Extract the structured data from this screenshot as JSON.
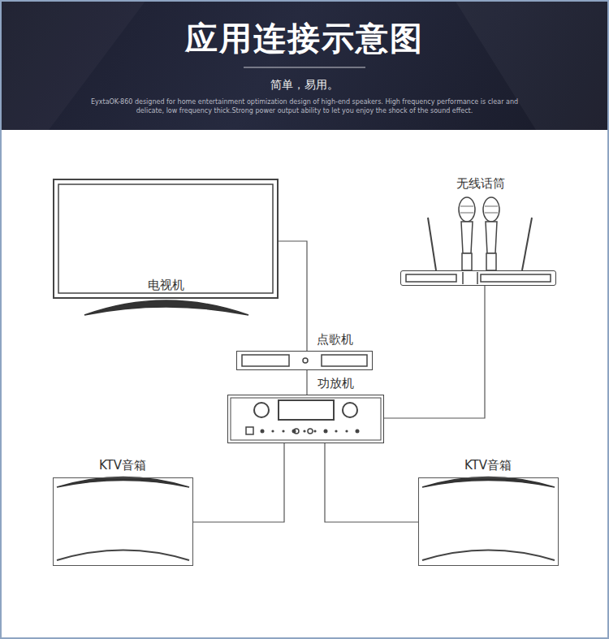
{
  "diagram": {
    "title": "应用连接示意图",
    "nodes": [
      {
        "text": [
          "电视机"
        ]
      },
      {
        "text": [
          "无线话筒"
        ]
      },
      {
        "text": [
          "点歌机"
        ]
      },
      {
        "text": [
          "功放机"
        ]
      },
      {
        "text": [
          "KTV音箱"
        ]
      },
      {
        "text": [
          "KTV音箱"
        ]
      }
    ],
    "edges": [
      {
        "from": 0,
        "to": 2,
        "arrow": "none"
      },
      {
        "from": 2,
        "to": 3,
        "arrow": "none"
      },
      {
        "from": 1,
        "to": 3,
        "arrow": "none"
      },
      {
        "from": 3,
        "to": 4,
        "arrow": "none"
      },
      {
        "from": 3,
        "to": 5,
        "arrow": "none"
      }
    ],
    "labels": [
      "简单，易用。",
      "EyxtaOK-860 designed for home entertainment optimization design of high-end speakers. High frequency performance is clear and delicate, low frequency thick.Strong power output ability to let you enjoy the shock of the sound effect."
    ]
  }
}
